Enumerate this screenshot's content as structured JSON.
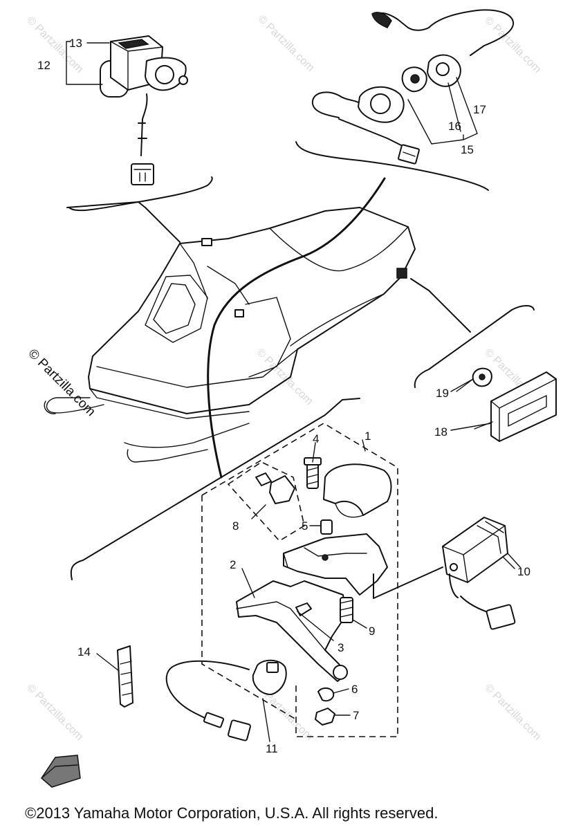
{
  "watermark": "© Partzilla.com",
  "callouts": [
    "1",
    "2",
    "3",
    "4",
    "5",
    "6",
    "7",
    "8",
    "9",
    "10",
    "11",
    "12",
    "13",
    "14",
    "15",
    "16",
    "17",
    "18",
    "19"
  ],
  "copyright": "©2013  Yamaha Motor Corporation, U.S.A. All rights reserved."
}
